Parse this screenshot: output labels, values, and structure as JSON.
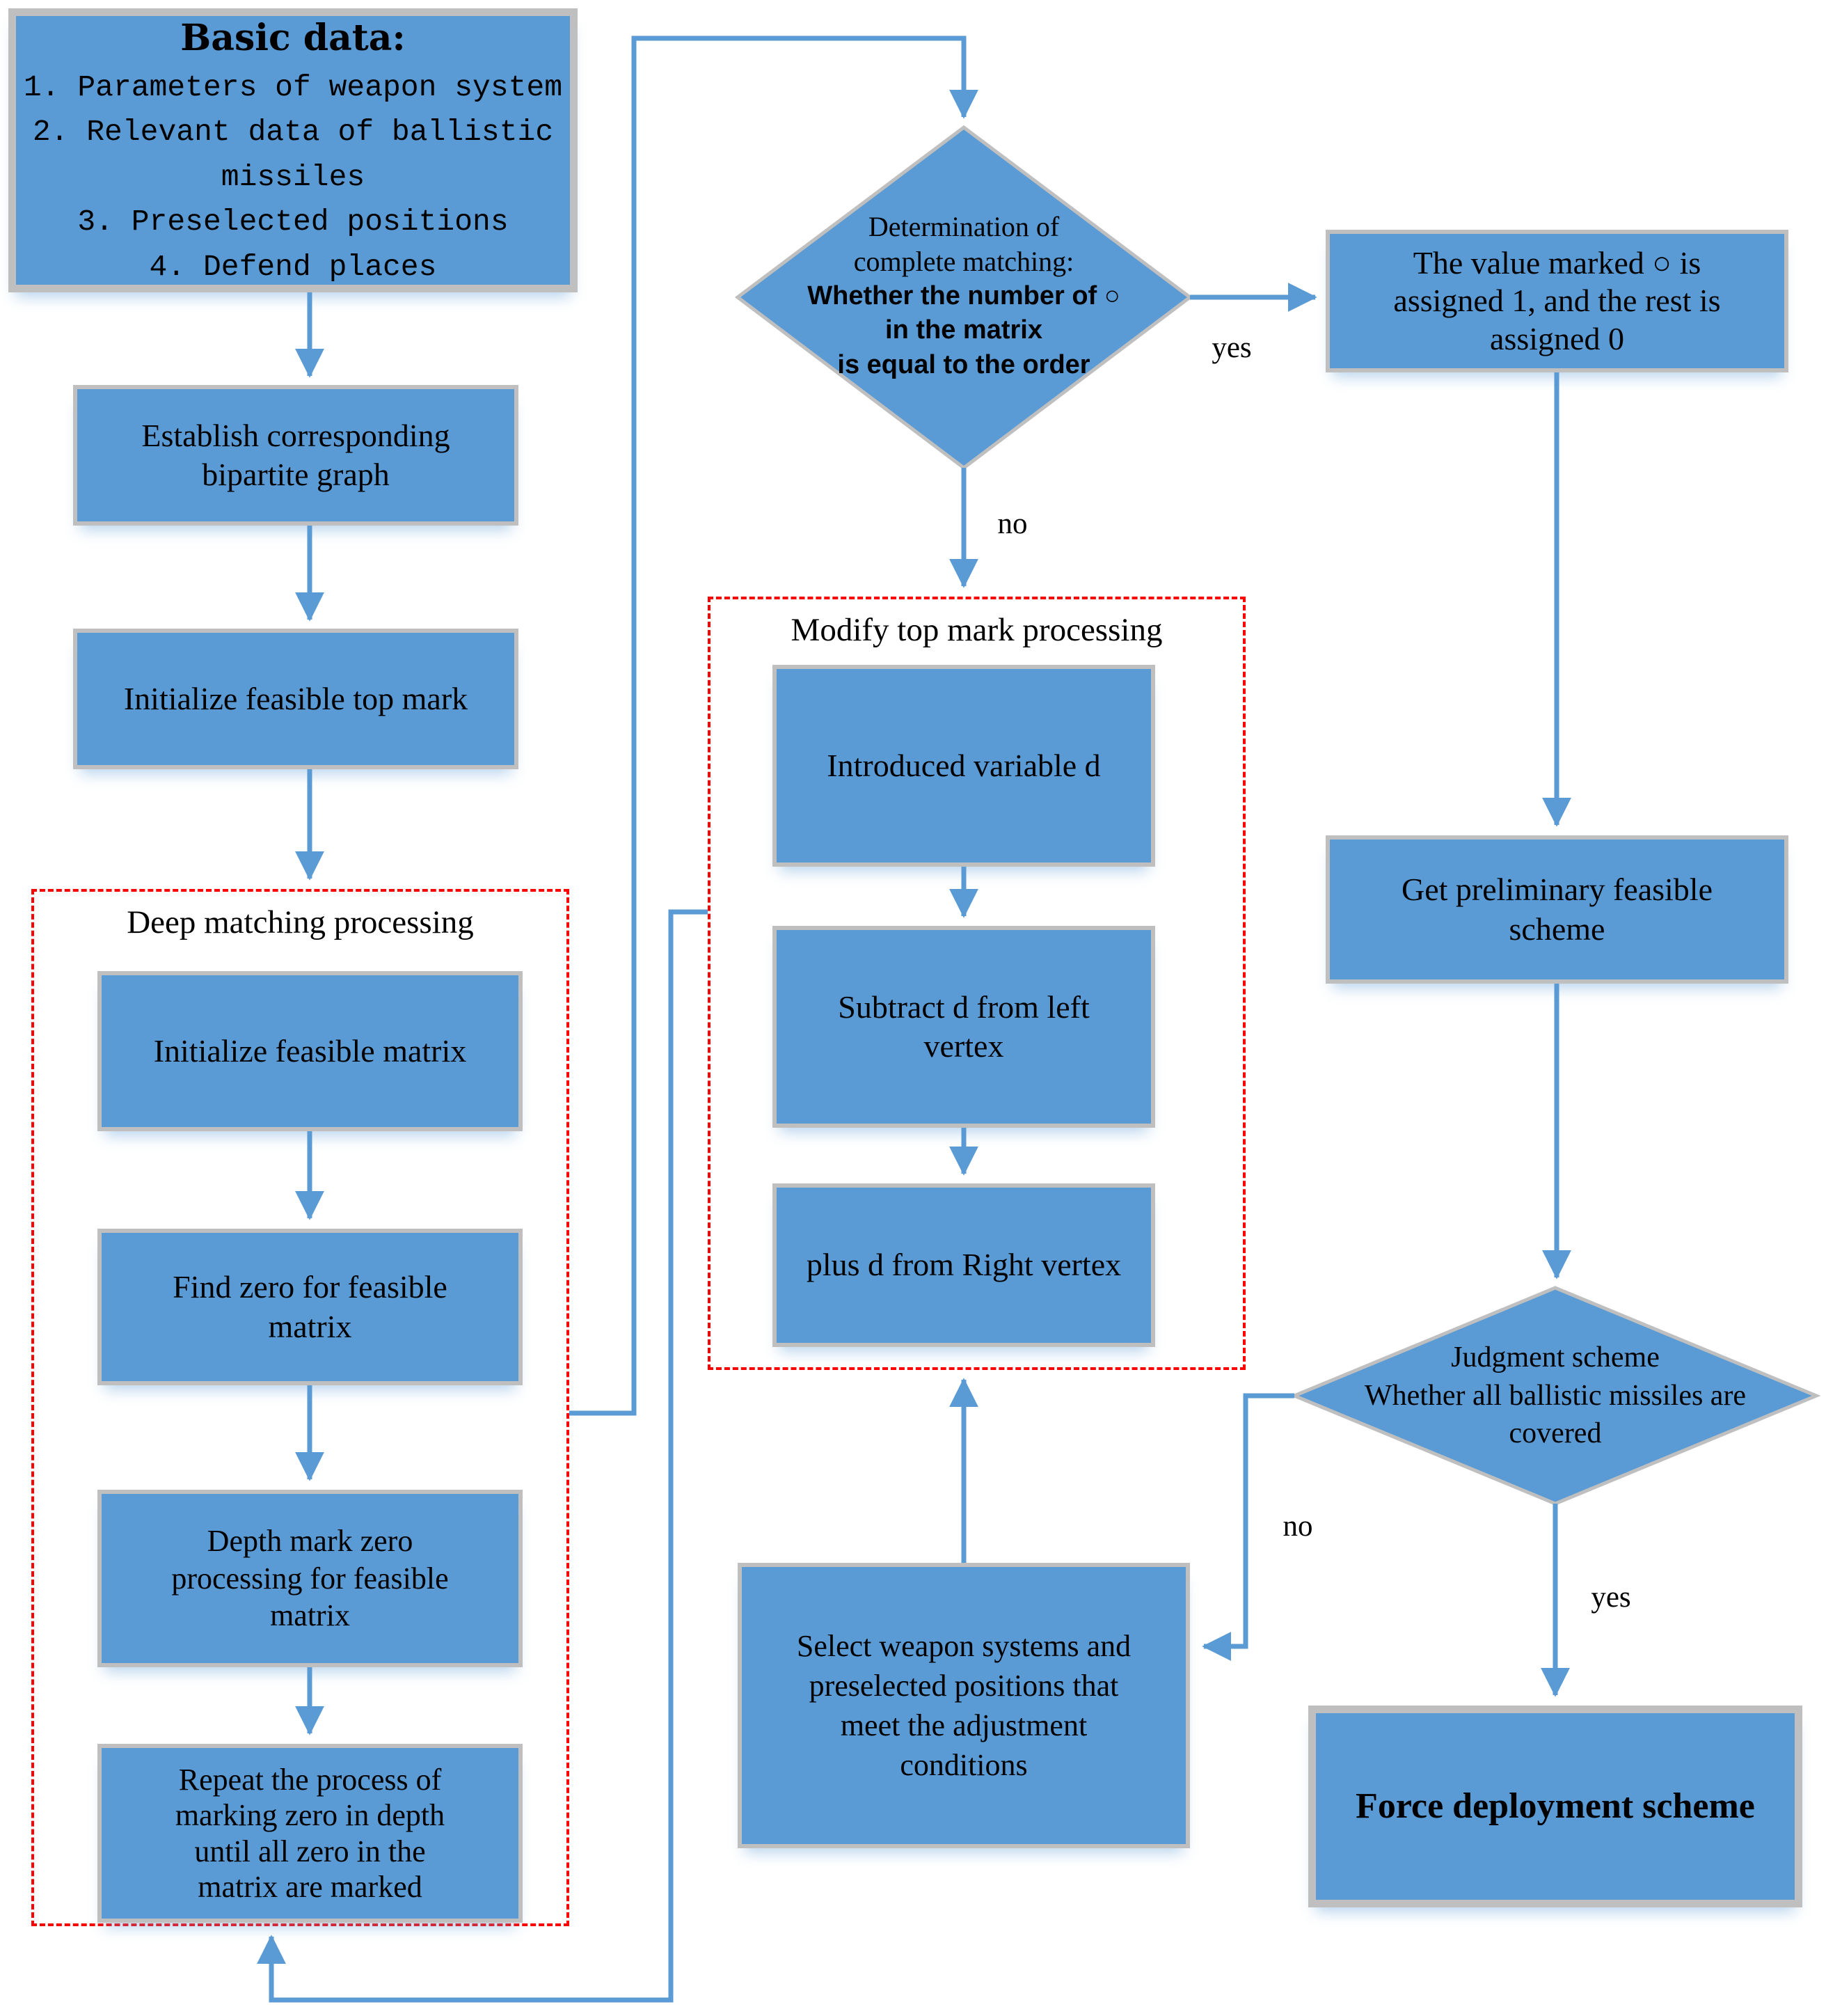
{
  "colors": {
    "box_fill": "#5b9bd5",
    "box_border": "#bfbfbf",
    "arrow_color": "#5b9bd5",
    "group_border": "#ff0000",
    "text_color": "#000000"
  },
  "nodes": {
    "basic_data": {
      "title": "Basic data:",
      "items": "1. Parameters of weapon system\n2. Relevant data of ballistic\nmissiles\n3. Preselected positions\n4. Defend places"
    },
    "establish": {
      "label": "Establish corresponding\nbipartite graph"
    },
    "init_top_mark": {
      "label": "Initialize feasible top mark"
    },
    "deep_group": {
      "title": "Deep matching processing"
    },
    "init_matrix": {
      "label": "Initialize feasible matrix"
    },
    "find_zero": {
      "label": "Find zero for feasible\nmatrix"
    },
    "depth_mark": {
      "label": "Depth mark zero\nprocessing for feasible\nmatrix"
    },
    "repeat_mark": {
      "label": "Repeat the process of\nmarking zero in depth\nuntil all zero in the\nmatrix are marked"
    },
    "decision_matching": {
      "line_serif": "Determination of\ncomplete matching:",
      "line_sans": "Whether the number of ○\nin the matrix\nis equal to the order"
    },
    "modify_group": {
      "title": "Modify top mark processing"
    },
    "introduced_d": {
      "label": "Introduced variable d"
    },
    "subtract_d": {
      "label": "Subtract d from left\nvertex"
    },
    "plus_d": {
      "label": "plus d from Right vertex"
    },
    "value_marked": {
      "label": "The value marked ○ is\nassigned 1, and the rest is\nassigned 0"
    },
    "get_scheme": {
      "label": "Get preliminary feasible\nscheme"
    },
    "judgment": {
      "label": "Judgment scheme\nWhether all ballistic missiles are\ncovered"
    },
    "select_weapon": {
      "label": "Select weapon systems and\npreselected positions that\nmeet the adjustment\nconditions"
    },
    "force_scheme": {
      "label": "Force deployment scheme"
    }
  },
  "edge_labels": {
    "matching_yes": "yes",
    "matching_no": "no",
    "judgment_yes": "yes",
    "judgment_no": "no"
  }
}
